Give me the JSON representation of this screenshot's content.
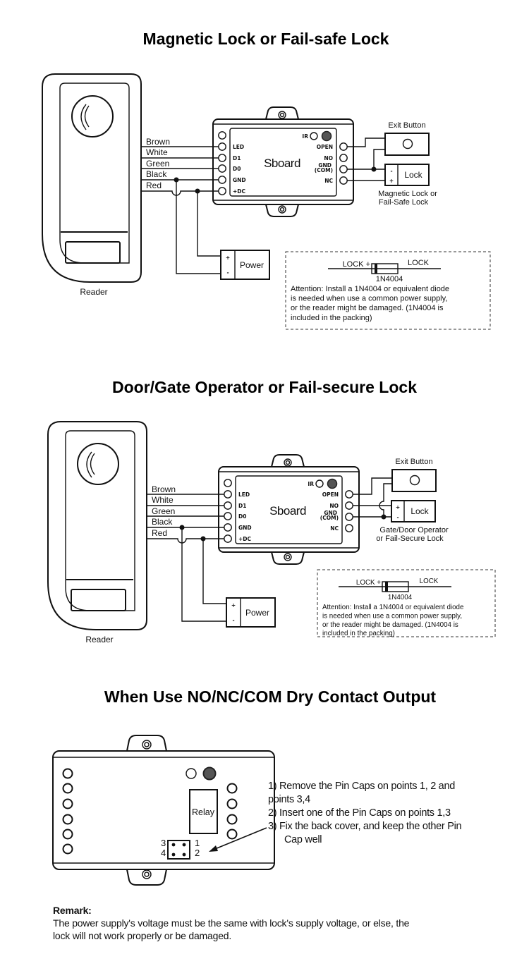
{
  "titles": [
    "Magnetic Lock or Fail-safe Lock",
    "Door/Gate Operator or Fail-secure Lock",
    "When Use NO/NC/COM Dry Contact Output"
  ],
  "diagrams": [
    {
      "reader_label": "Reader",
      "wires": [
        "Brown",
        "White",
        "Green",
        "Black",
        "Red"
      ],
      "board_name": "Sboard",
      "ir": "IR",
      "left_terminals": [
        "LED",
        "D1",
        "D0",
        "GND",
        "+DC"
      ],
      "right_terminals": [
        "OPEN",
        "NO",
        "GND",
        "(COM)",
        "NC"
      ],
      "exit_button": "Exit Button",
      "lock": "Lock",
      "lock_top_sign": "-",
      "lock_bottom_sign": "+",
      "lock_caption": [
        "Magnetic Lock or",
        "Fail-Safe Lock"
      ],
      "power": "Power",
      "power_plus": "+",
      "power_minus": "-",
      "diode_left": "LOCK +",
      "diode_right": "LOCK",
      "diode_part": "1N4004",
      "attention": [
        "Attention: Install a 1N4004 or equivalent diode",
        "is needed when use a common power supply,",
        "or the reader might be damaged. (1N4004 is",
        "included in the packing)"
      ]
    },
    {
      "reader_label": "Reader",
      "wires": [
        "Brown",
        "White",
        "Green",
        "Black",
        "Red"
      ],
      "board_name": "Sboard",
      "ir": "IR",
      "left_terminals": [
        "LED",
        "D1",
        "D0",
        "GND",
        "+DC"
      ],
      "right_terminals": [
        "OPEN",
        "NO",
        "GND",
        "(COM)",
        "NC"
      ],
      "exit_button": "Exit Button",
      "lock": "Lock",
      "lock_top_sign": "+",
      "lock_bottom_sign": "-",
      "lock_caption": [
        "Gate/Door Operator",
        "or Fail-Secure Lock"
      ],
      "power": "Power",
      "power_plus": "+",
      "power_minus": "-",
      "diode_left": "LOCK +",
      "diode_right": "LOCK",
      "diode_part": "1N4004",
      "attention": [
        "Attention: Install a 1N4004 or equivalent diode",
        "is needed when use a common power supply,",
        "or the reader might be damaged. (1N4004 is",
        "included in the packing)"
      ]
    }
  ],
  "dry_contact": {
    "relay": "Relay",
    "pins": [
      "1",
      "2",
      "3",
      "4"
    ],
    "steps": [
      "1)  Remove the Pin Caps on points 1, 2 and",
      "points 3,4",
      "2)  Insert one of the Pin Caps on points 1,3",
      "3)  Fix the back cover, and keep the other Pin",
      "Cap well"
    ],
    "remark_title": "Remark:",
    "remark_lines": [
      "The power supply's voltage must be the same with lock's supply voltage, or else, the",
      "lock will not work properly or be damaged."
    ]
  }
}
